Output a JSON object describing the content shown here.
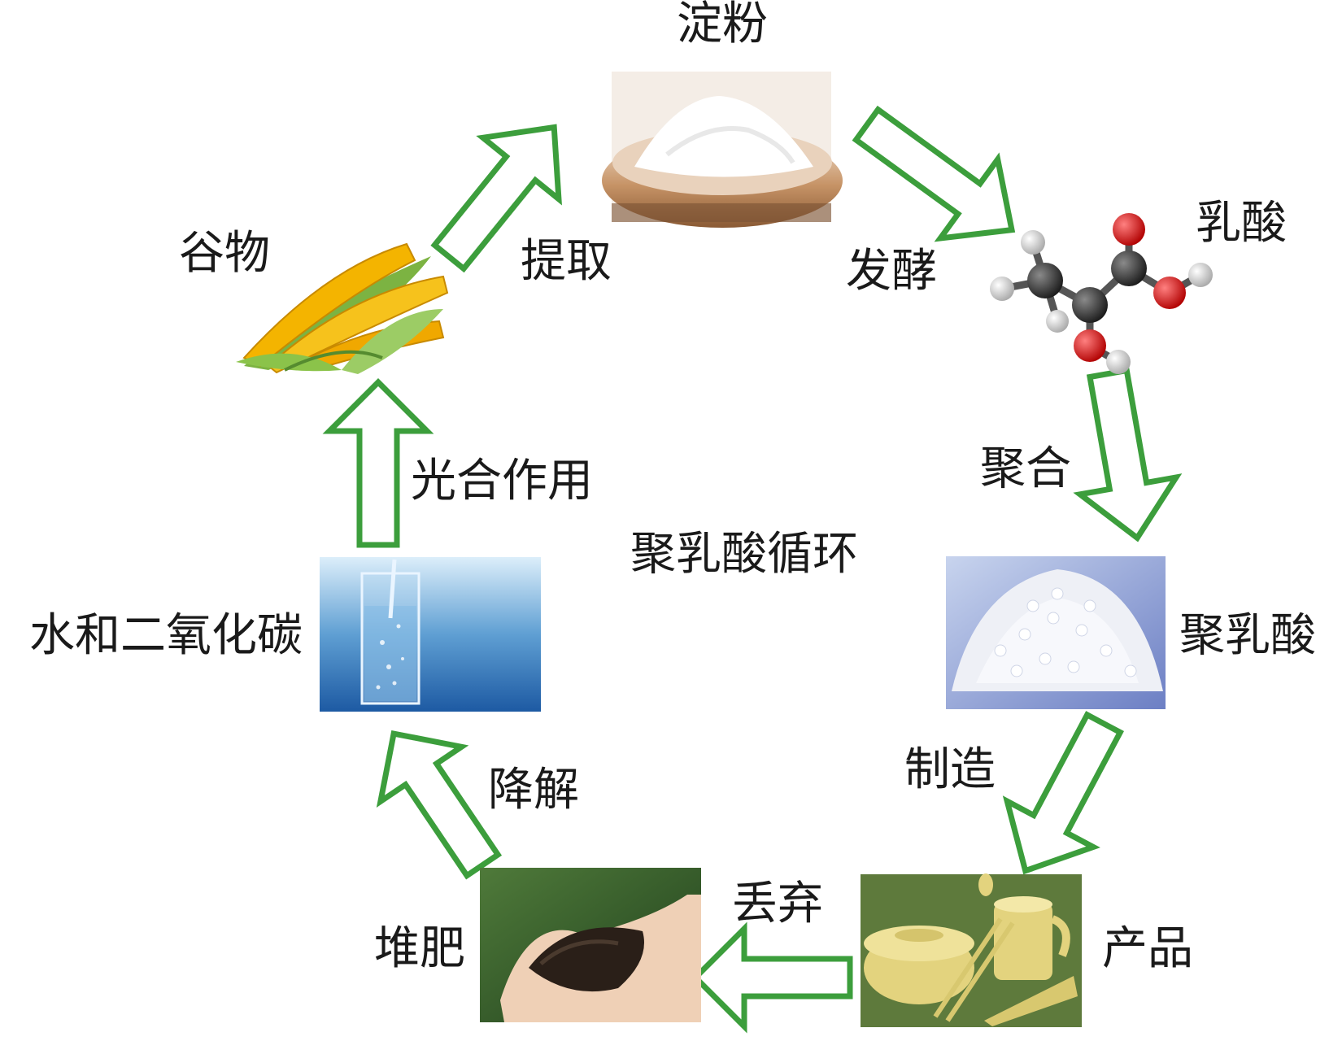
{
  "title": "聚乳酸循环",
  "nodes": {
    "starch": "淀粉",
    "lactic_acid": "乳酸",
    "pla": "聚乳酸",
    "product": "产品",
    "compost": "堆肥",
    "water_co2": "水和二氧化碳",
    "grain": "谷物"
  },
  "steps": {
    "extract": "提取",
    "ferment": "发酵",
    "polymerize": "聚合",
    "manufacture": "制造",
    "discard": "丢弃",
    "degrade": "降解",
    "photosynthesis": "光合作用"
  },
  "colors": {
    "arrow": "#3c9e3c",
    "text": "#1a1a1a"
  }
}
